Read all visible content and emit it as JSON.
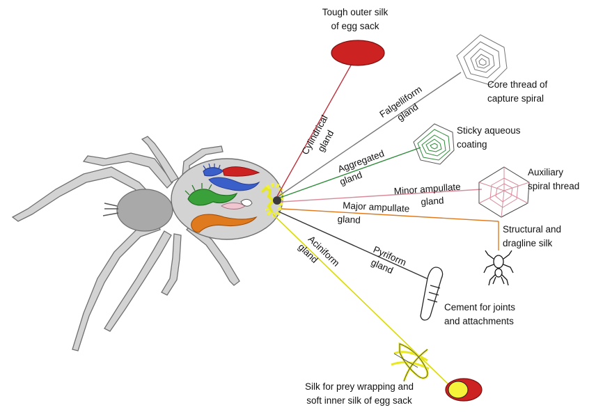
{
  "labels": {
    "egg_sack_outer": [
      "Tough outer silk",
      "of egg sack"
    ],
    "capture_spiral": [
      "Core thread of",
      "capture spiral"
    ],
    "aqueous": [
      "Sticky aqueous",
      "coating"
    ],
    "aux_spiral": [
      "Auxiliary",
      "spiral thread"
    ],
    "dragline": [
      "Structural and",
      "dragline silk"
    ],
    "cement": [
      "Cement for joints",
      "and attachments"
    ],
    "prey_wrap": [
      "Silk for prey wrapping and",
      "soft inner silk of egg sack"
    ]
  },
  "glands": {
    "cylindrical": [
      "Cylindrical",
      "gland"
    ],
    "flagelliform": [
      "Falgelliform",
      "gland"
    ],
    "aggregated": [
      "Aggregated",
      "gland"
    ],
    "minor_ampullate": [
      "Minor ampullate",
      "gland"
    ],
    "major_ampullate": [
      "Major ampullate",
      "gland"
    ],
    "pyriform": [
      "Pyriform",
      "gland"
    ],
    "aciniform": [
      "Aciniform",
      "gland"
    ]
  },
  "colors": {
    "cylindrical": "#c0303a",
    "flagelliform": "#777777",
    "aggregated": "#2e8b3a",
    "minor_ampullate": "#d88a9a",
    "major_ampullate": "#e07a1e",
    "pyriform": "#333333",
    "aciniform": "#e8e820",
    "body": "#a9a9a9",
    "legs": "#d3d3d3",
    "egg_sack": "#cc2222"
  }
}
